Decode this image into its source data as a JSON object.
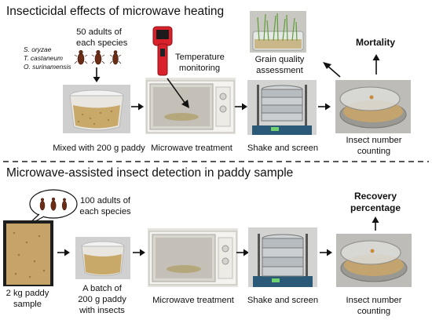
{
  "top_section": {
    "title": "Insecticidal effects of microwave heating",
    "species": [
      "S. oryzae",
      "T. castaneum",
      "O. surinamensis"
    ],
    "adults_label_line1": "50 adults of",
    "adults_label_line2": "each species",
    "temperature_line1": "Temperature",
    "temperature_line2": "monitoring",
    "grain_quality_line1": "Grain quality",
    "grain_quality_line2": "assessment",
    "mortality": "Mortality",
    "captions": {
      "mixed": "Mixed with 200 g paddy",
      "microwave": "Microwave treatment",
      "shake": "Shake and screen",
      "count_line1": "Insect number",
      "count_line2": "counting"
    }
  },
  "bottom_section": {
    "title": "Microwave-assisted insect detection in paddy sample",
    "adults_label_line1": "100 adults of",
    "adults_label_line2": "each species",
    "recovery_line1": "Recovery",
    "recovery_line2": "percentage",
    "captions": {
      "sample_line1": "2 kg paddy",
      "sample_line2": "sample",
      "batch_line1": "A batch of",
      "batch_line2": "200 g paddy",
      "batch_line3": "with insects",
      "microwave": "Microwave treatment",
      "shake": "Shake and screen",
      "count_line1": "Insect number",
      "count_line2": "counting"
    }
  },
  "colors": {
    "divider": "#222222",
    "arrow": "#111111",
    "beetle": "#6b2d15",
    "thermometer": "#d8212a"
  },
  "icons": [
    "beetle-icon",
    "thermometer-icon",
    "container-icon",
    "microwave-icon",
    "sieve-shaker-icon",
    "petri-dish-icon",
    "seedlings-icon",
    "paddy-bag-icon"
  ]
}
